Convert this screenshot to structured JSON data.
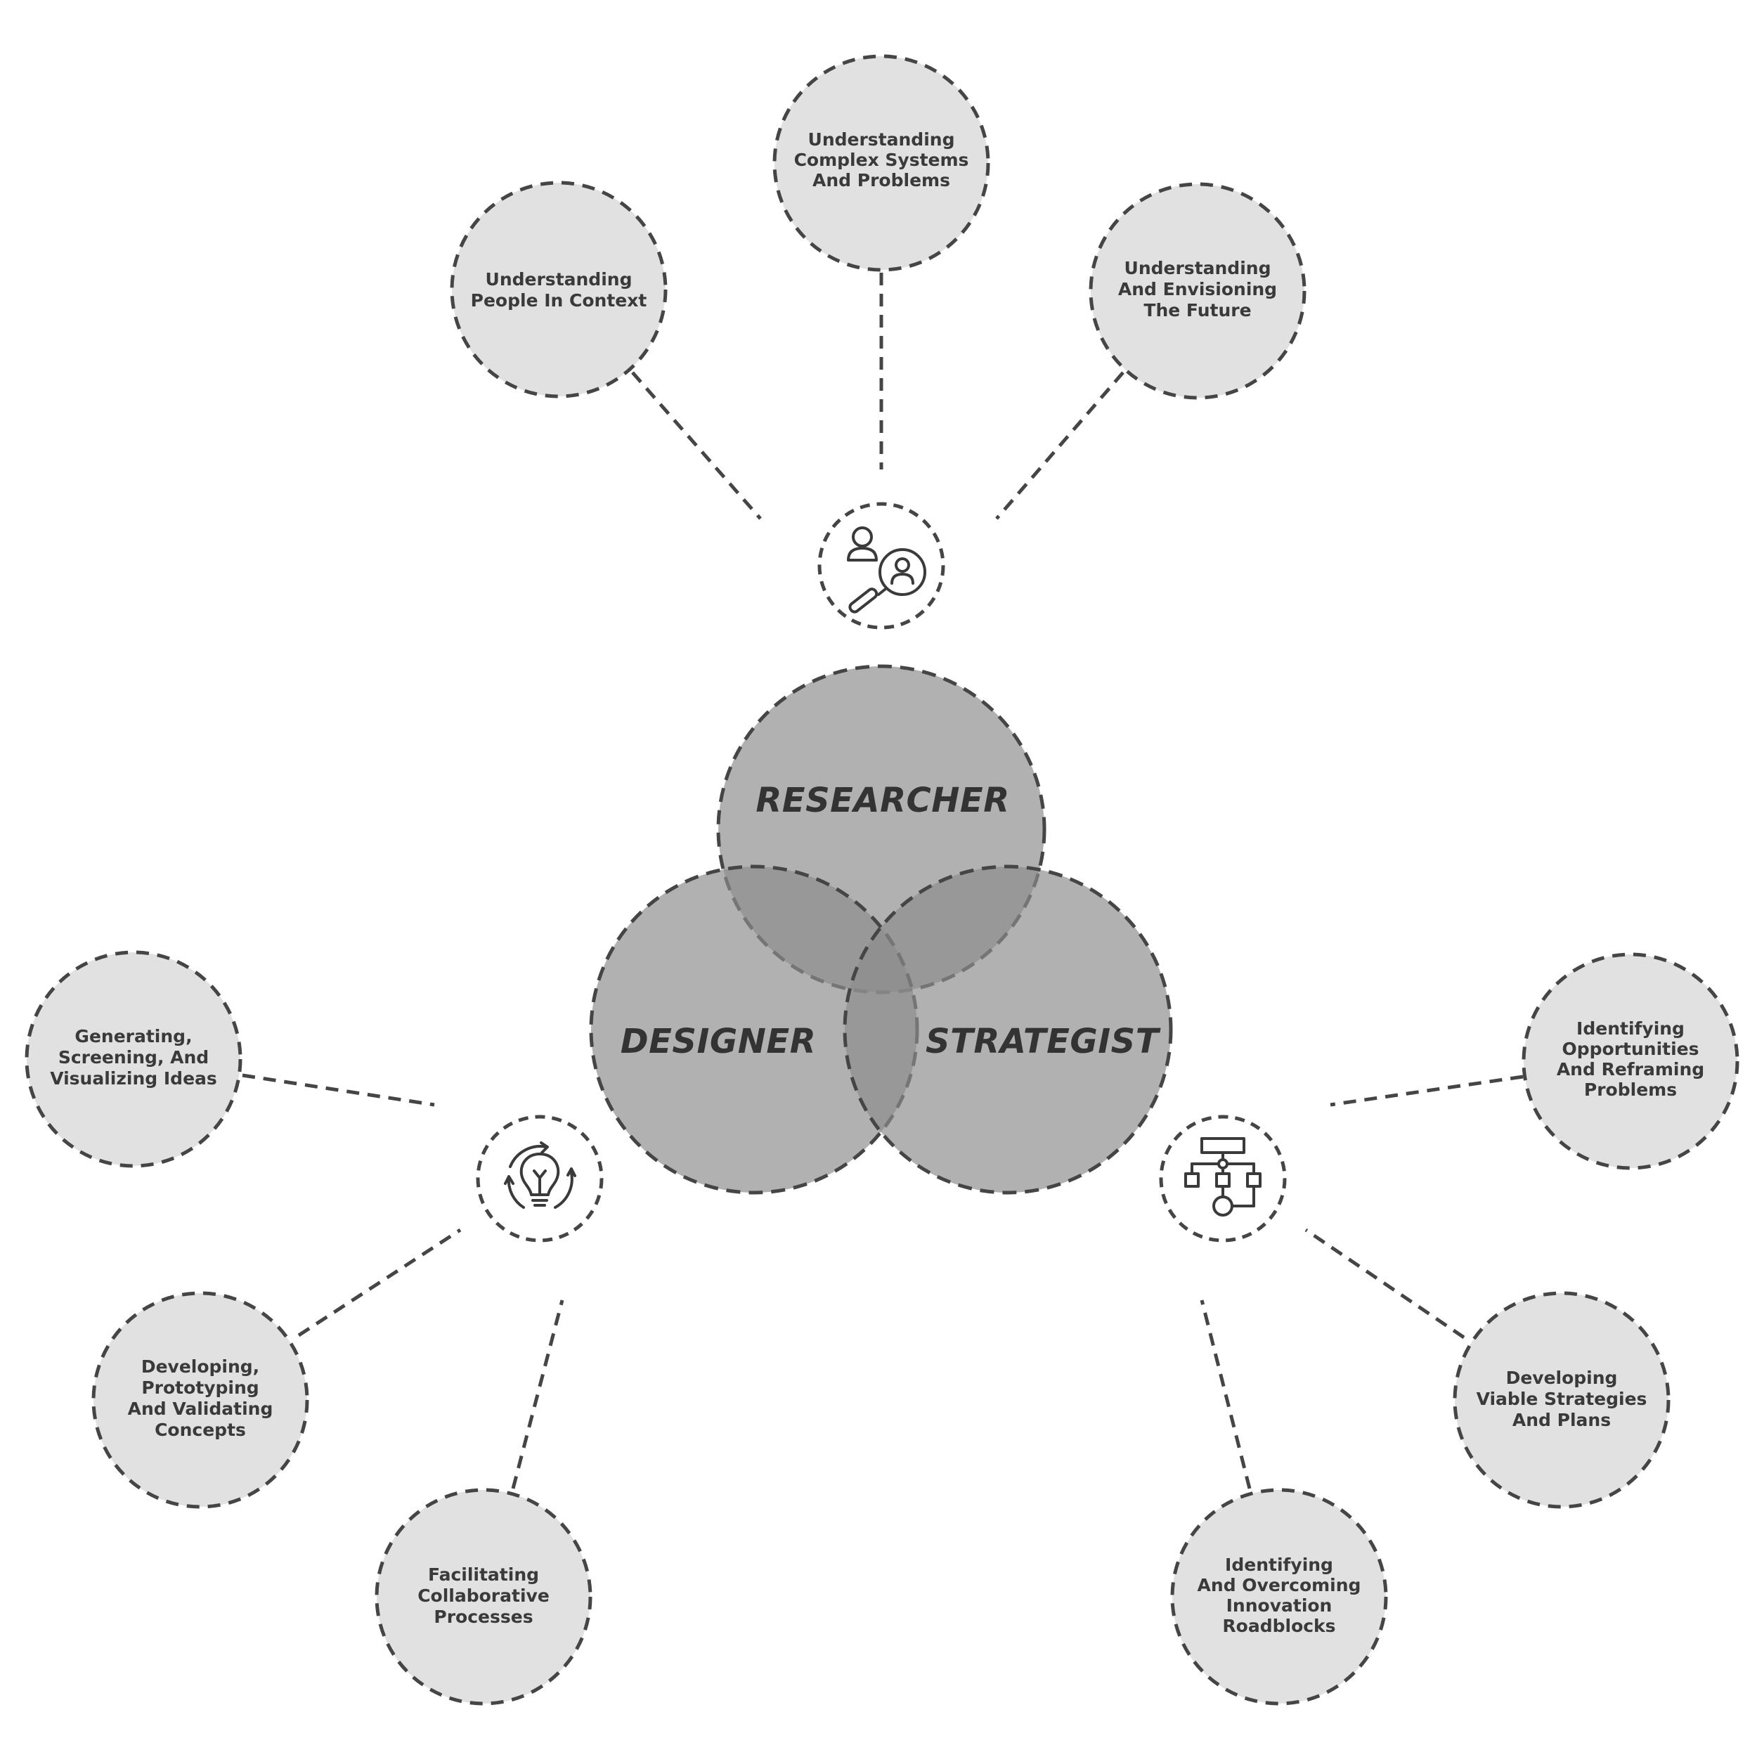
{
  "roles": {
    "researcher": "RESEARCHER",
    "designer": "DESIGNER",
    "strategist": "STRATEGIST"
  },
  "icons": {
    "researcher": "people-search-icon",
    "designer": "lightbulb-cycle-icon",
    "strategist": "flowchart-icon"
  },
  "researcher_nodes": [
    [
      "Understanding",
      "People In Context"
    ],
    [
      "Understanding",
      "Complex Systems",
      "And Problems"
    ],
    [
      "Understanding",
      "And Envisioning",
      "The Future"
    ]
  ],
  "designer_nodes": [
    [
      "Generating,",
      "Screening, And",
      "Visualizing Ideas"
    ],
    [
      "Developing,",
      "Prototyping",
      "And Validating",
      "Concepts"
    ],
    [
      "Facilitating",
      "Collaborative",
      "Processes"
    ]
  ],
  "strategist_nodes": [
    [
      "Identifying",
      "Opportunities",
      "And Reframing",
      "Problems"
    ],
    [
      "Developing",
      "Viable Strategies",
      "And Plans"
    ],
    [
      "Identifying",
      "And Overcoming",
      "Innovation",
      "Roadblocks"
    ]
  ]
}
